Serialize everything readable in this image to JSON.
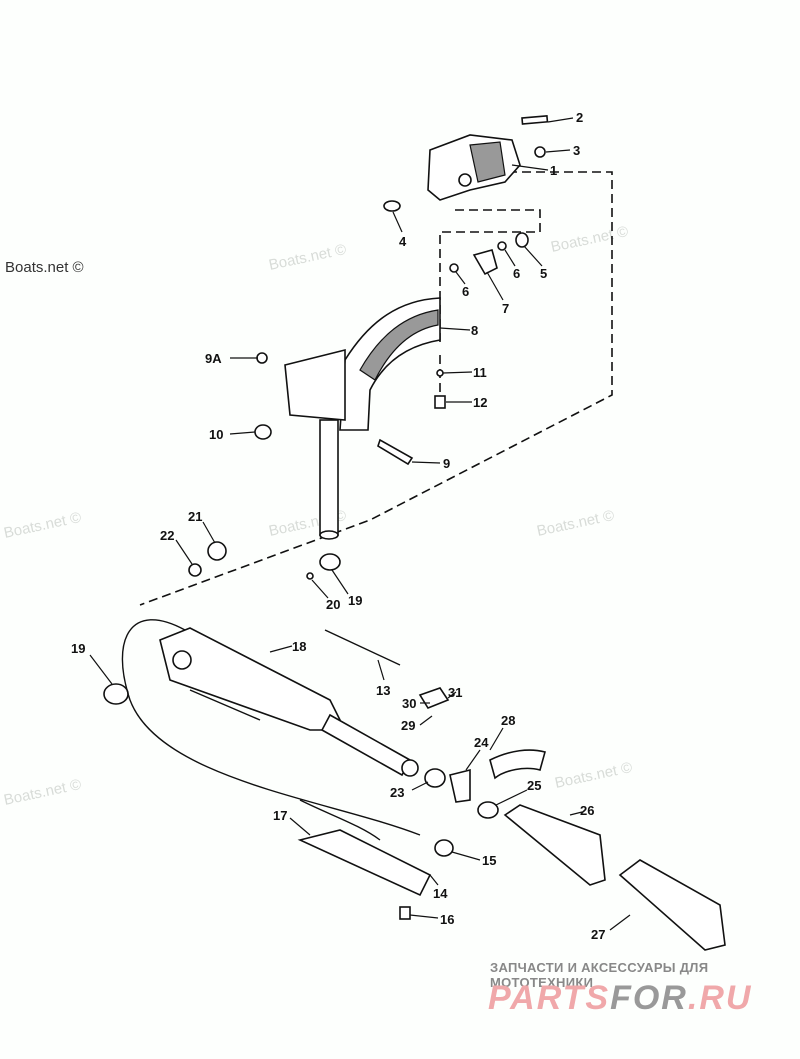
{
  "watermark": {
    "text": "Boats.net ©"
  },
  "footer": {
    "tagline": "ЗАПЧАСТИ И АКСЕССУАРЫ ДЛЯ МОТОТЕХНИКИ",
    "brand_part1": "PARTS",
    "brand_part2": "FOR",
    "brand_part3": ".RU",
    "brand_color": "#f0a8aa"
  },
  "callouts": [
    "2",
    "3",
    "1",
    "4",
    "5",
    "6",
    "6",
    "7",
    "8",
    "9A",
    "11",
    "12",
    "10",
    "9",
    "21",
    "22",
    "19",
    "20",
    "18",
    "19",
    "13",
    "31",
    "30",
    "29",
    "28",
    "24",
    "25",
    "23",
    "26",
    "17",
    "15",
    "14",
    "16",
    "27"
  ]
}
